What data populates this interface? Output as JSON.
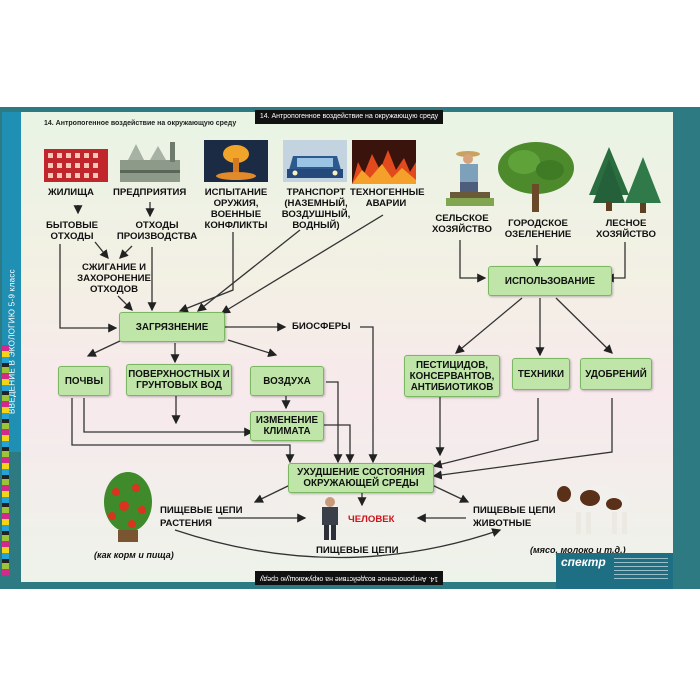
{
  "header": {
    "title_left": "14. Антропогенное воздействие на окружающую среду",
    "title_center": "14. Антропогенное воздействие на окружающую среду",
    "title_bottom": "14. Антропогенное воздействие на окружающую среду"
  },
  "sidebar": {
    "label": "ВВЕДЕНИЕ В ЭКОЛОГИЮ  5-9 класс"
  },
  "sources": {
    "housing": "ЖИЛИЩА",
    "enterprises": "ПРЕДПРИЯТИЯ",
    "weapons": "ИСПЫТАНИЕ ОРУЖИЯ, ВОЕННЫЕ КОНФЛИКТЫ",
    "transport": "ТРАНСПОРТ (НАЗЕМНЫЙ, ВОЗДУШНЫЙ, ВОДНЫЙ)",
    "accidents": "ТЕХНОГЕННЫЕ АВАРИИ",
    "agriculture": "СЕЛЬСКОЕ ХОЗЯЙСТВО",
    "urban_green": "ГОРОДСКОЕ ОЗЕЛЕНЕНИЕ",
    "forestry": "ЛЕСНОЕ ХОЗЯЙСТВО"
  },
  "waste": {
    "household": "БЫТОВЫЕ ОТХОДЫ",
    "production": "ОТХОДЫ ПРОИЗВОДСТВА",
    "burning": "СЖИГАНИЕ И ЗАХОРОНЕНИЕ ОТХОДОВ"
  },
  "boxes": {
    "pollution": "ЗАГРЯЗНЕНИЕ",
    "biosphere": "БИОСФЕРЫ",
    "soil": "ПОЧВЫ",
    "water": "ПОВЕРХНОСТНЫХ И ГРУНТОВЫХ ВОД",
    "air": "ВОЗДУХА",
    "climate": "ИЗМЕНЕНИЕ КЛИМАТА",
    "usage": "ИСПОЛЬЗОВАНИЕ",
    "pesticides": "ПЕСТИЦИДОВ, КОНСЕРВАНТОВ, АНТИБИОТИКОВ",
    "machinery": "ТЕХНИКИ",
    "fertilizers": "УДОБРЕНИЙ",
    "degradation": "УХУДШЕНИЕ СОСТОЯНИЯ ОКРУЖАЮЩЕЙ СРЕДЫ"
  },
  "food": {
    "chain_plants_1": "ПИЩЕВЫЕ ЦЕПИ",
    "chain_plants_2": "РАСТЕНИЯ",
    "chain_animals_1": "ПИЩЕВЫЕ ЦЕПИ",
    "chain_animals_2": "ЖИВОТНЫЕ",
    "chain_bottom": "ПИЩЕВЫЕ ЦЕПИ",
    "human": "ЧЕЛОВЕК",
    "plant_caption": "(как корм и пища)",
    "animal_caption": "(мясо, молоко и т.д.)"
  },
  "brand": {
    "name": "спектр"
  },
  "colors": {
    "box_fill": "#bfe6a8",
    "box_border": "#7bb763",
    "human_text": "#d0121b",
    "frame": "#2d7a83"
  }
}
